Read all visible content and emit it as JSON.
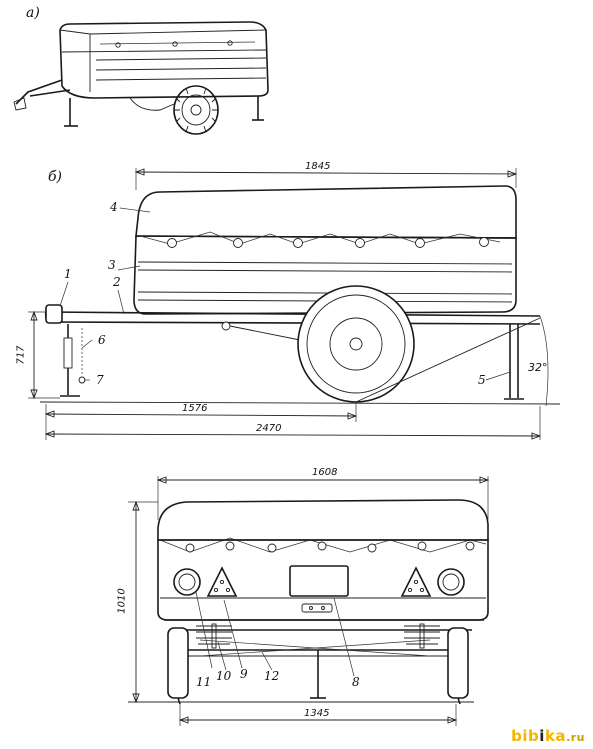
{
  "view_labels": {
    "view_a": "а)",
    "view_b": "б)"
  },
  "part_numbers": {
    "p1": "1",
    "p2": "2",
    "p3": "3",
    "p4": "4",
    "p5": "5",
    "p6": "6",
    "p7": "7",
    "p8": "8",
    "p9": "9",
    "p10": "10",
    "p11": "11",
    "p12": "12"
  },
  "dimensions": {
    "length_body": "1845",
    "height_coupling": "717",
    "coupling_to_axle": "1576",
    "length_overall": "2470",
    "angle": "32°",
    "width_overall": "1608",
    "height_overall": "1010",
    "track": "1345"
  },
  "watermark": {
    "text_left": "bib",
    "text_mid": "i",
    "text_right": "ka",
    "suffix": ".ru"
  }
}
